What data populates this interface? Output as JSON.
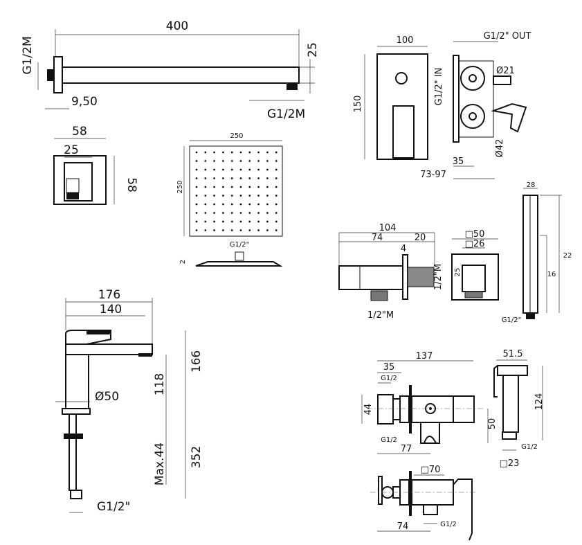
{
  "shower_arm": {
    "length": "400",
    "flange_thread": "G1/2M",
    "height": "25",
    "offset": "9,50",
    "outlet_thread": "G1/2M"
  },
  "wall_flange": {
    "width": "58",
    "inner": "25",
    "height": "58"
  },
  "rain_head": {
    "width": "250",
    "depth": "250",
    "connector": "G1/2\"",
    "thickness": "2"
  },
  "concealed_mixer": {
    "width": "100",
    "outlet": "G1/2\" OUT",
    "diameter_small": "Ø21",
    "height": "150",
    "inlet": "G1/2\" IN",
    "diameter_large": "Ø42",
    "depth": "35",
    "depth_range": "73-97"
  },
  "wall_outlet": {
    "length": "104",
    "body": "74",
    "thread_length": "20",
    "flange": "4",
    "bottom_thread": "1/2\"M",
    "side_thread": "1/2\"M",
    "outer_square": "□50",
    "inner_square": "□26",
    "inner_height": "25"
  },
  "hand_shower": {
    "width": "28",
    "length": "22",
    "spray_length": "16",
    "thread": "G1/2\""
  },
  "basin_mixer": {
    "depth": "176",
    "spout": "140",
    "height": "166",
    "spout_height": "118",
    "base_diameter": "Ø50",
    "max_deck": "Max.44",
    "tail_length": "352",
    "thread": "G1/2\""
  },
  "bidet_valve": {
    "length": "137",
    "inlet_offset": "35",
    "thread_top": "G1/2",
    "height": "44",
    "thread_bottom": "G1/2",
    "holder_offset": "77",
    "holder_height": "50"
  },
  "bidet_spray": {
    "width": "51.5",
    "length": "124",
    "thread": "G1/2",
    "square": "□23"
  },
  "bidet_valve_2": {
    "square": "□70",
    "offset": "74",
    "thread": "G1/2"
  }
}
